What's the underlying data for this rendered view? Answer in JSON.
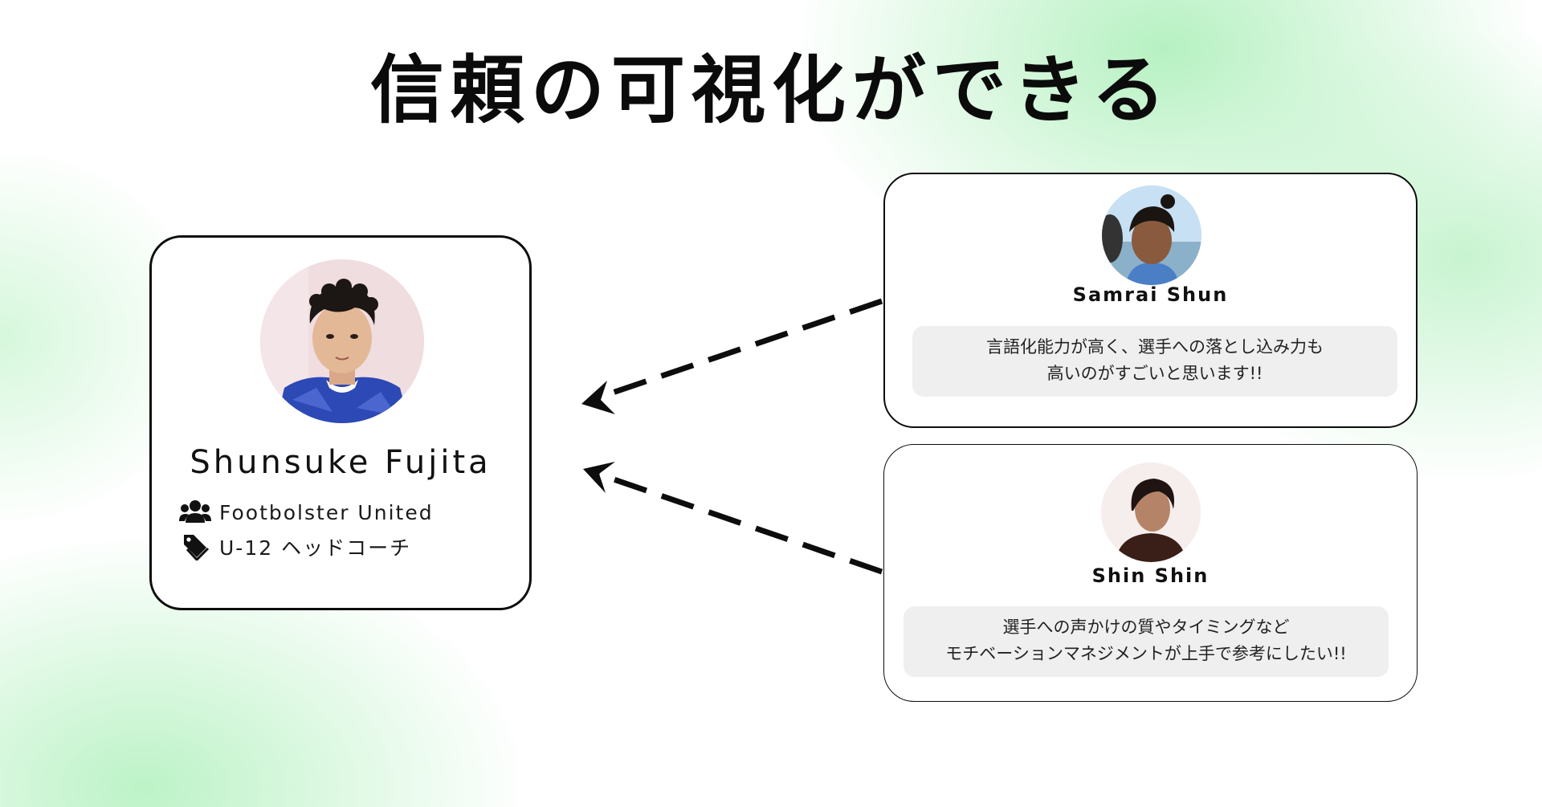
{
  "title": "信頼の可視化ができる",
  "profile": {
    "name": "Shunsuke Fujita",
    "team": "Footbolster United",
    "role": "U-12 ヘッドコーチ",
    "team_icon": "users-icon",
    "role_icon": "tag-icon"
  },
  "reviews": [
    {
      "name": "Samrai Shun",
      "comment_lines": [
        "言語化能力が高く、選手への落とし込み力も",
        "高いのがすごいと思います!!"
      ]
    },
    {
      "name": "Shin Shin",
      "comment_lines": [
        "選手への声かけの質やタイミングなど",
        "モチベーションマネジメントが上手で参考にしたい!!"
      ]
    }
  ],
  "colors": {
    "accent_green": "#b2f0be",
    "border": "#0d0d0d",
    "comment_bg": "#efefef"
  }
}
